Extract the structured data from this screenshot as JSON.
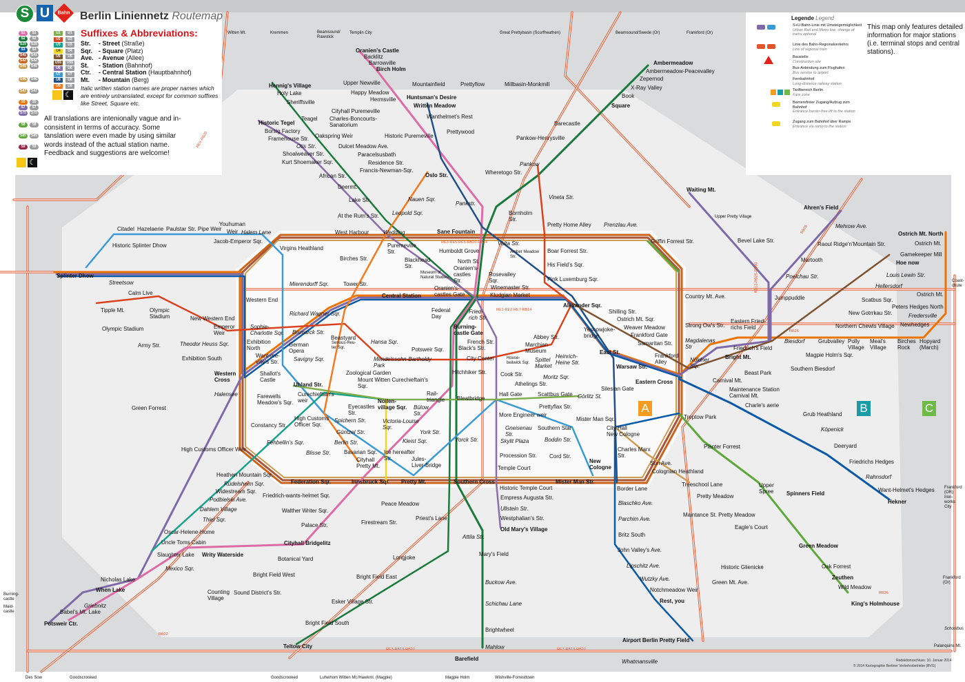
{
  "header": {
    "title": "Berlin Liniennetz",
    "subtitle": "Routemap",
    "logo_s": "S",
    "logo_u": "U",
    "logo_db": "Bahn"
  },
  "abbreviations": {
    "title": "Suffixes & Abbreviations:",
    "items": [
      {
        "abbr": "Str.",
        "full": "- Street",
        "orig": "(Straße)"
      },
      {
        "abbr": "Sqr.",
        "full": "- Square",
        "orig": "(Platz)"
      },
      {
        "abbr": "Ave.",
        "full": "- Avenue",
        "orig": "(Allee)"
      },
      {
        "abbr": "St.",
        "full": "- Station",
        "orig": "(Bahnhof)"
      },
      {
        "abbr": "Ctr.",
        "full": "- Central Station",
        "orig": "(Hauptbahnhof)"
      },
      {
        "abbr": "Mt.",
        "full": "- Mountain",
        "orig": "(Berg)"
      }
    ],
    "italic_note": "Italic written station names are proper names which are entirely untranslated, except for common suffixes like Street, Square etc.",
    "translation_note": "All translations are intenionally vague and in-consistent in terms of accuracy. Some tanslation were even made by using similar words instead of the actual station name. Feedback and suggestions are welcome!"
  },
  "line_index": {
    "s_lines": [
      "S1",
      "S2",
      "S25",
      "S3",
      "S41",
      "S42",
      "S45",
      "S46",
      "S47",
      "S5",
      "S7",
      "S75",
      "S8",
      "S85",
      "S9"
    ],
    "u_lines": [
      "U1",
      "U2",
      "U3",
      "U4",
      "U5",
      "U55",
      "U6",
      "U7",
      "U8",
      "U9"
    ]
  },
  "line_colors": {
    "S1": "#dc6ba6",
    "S2": "#1a7a3c",
    "S25": "#1a7a3c",
    "S3": "#0c5aa6",
    "S41": "#a9553a",
    "S42": "#cb6418",
    "S45": "#cd9c53",
    "S46": "#cd9c53",
    "S47": "#cd9c53",
    "S5": "#eb7405",
    "S7": "#7f6aa9",
    "S75": "#7f6aa9",
    "S8": "#5ea83a",
    "S85": "#5ea83a",
    "S9": "#9a2745",
    "U1": "#7dad4c",
    "U2": "#da421e",
    "U3": "#16a28c",
    "U4": "#f0d722",
    "U5": "#7e5330",
    "U55": "#7e5330",
    "U6": "#8c6dab",
    "U7": "#3a9ad6",
    "U8": "#224f86",
    "U9": "#f3791d",
    "RE": "#e3542b"
  },
  "legend": {
    "title": "Legende",
    "title_en": "Legend",
    "items": [
      {
        "de": "S+U-Bahn-Linie mit Umsteigemöglichkeit",
        "en": "Urban Rail and Metro line, change of trains optional"
      },
      {
        "de": "Linie des Bahn-Regionalverkehrs",
        "en": "Line of regional train"
      },
      {
        "de": "Baustelle",
        "en": "Construction site"
      },
      {
        "de": "Bus-Anbindung zum Flughafen",
        "en": "Bus service to airport"
      },
      {
        "de": "Fernbahnhof",
        "en": "Long-distance railway station"
      },
      {
        "de": "Tarifbereich Berlin",
        "en": "Fare zone"
      },
      {
        "de": "Barrierefreier Zugang/Aufzug zum Bahnhof",
        "en": "Entrance barrier-free lift to the station"
      },
      {
        "de": "Zugang zum Bahnhof über Rampe",
        "en": "Entrance via ramp to the station"
      }
    ],
    "note": "This map only features detailed information for major stations (i.e. terminal stops and central stations)."
  },
  "zones": {
    "a": "A",
    "b": "B",
    "c": "C",
    "a_color": "#f39c1f",
    "b_color": "#1b9aa8",
    "c_color": "#6dbb46"
  },
  "map": {
    "re_labels": [
      "RE6-RB20",
      "RE1-RE2-RE7-RB14",
      "RE3-RE5-RE6-RB10-RB14",
      "RB26",
      "RB22",
      "RE3-RB19-RB22",
      "RE7-RB19-RB22",
      "RB36",
      "RB12-RB25-RB60",
      "RB25"
    ],
    "stations": [
      "Witten Mt.",
      "Kremmen",
      "Beamsound/\nRawstick",
      "Templin City",
      "Great Prettybasin (Scurfheathen)",
      "Beamsound/Swede (Or)",
      "Frankford (Or)",
      "Oranien's Castle",
      "Backlitz",
      "Barrowville",
      "Birch Holm",
      "Upper Newville",
      "Mountainfield",
      "Prettyflow",
      "Millbasin-Monkmill",
      "Happy Meadow",
      "Hermsville",
      "Huntsman's Desire",
      "Written Meadow",
      "Wanthelmet's Rest",
      "Hennig's Village",
      "Holy Lake",
      "Sheriffsville",
      "Ambermeadow",
      "Ambermeadow-Peacevalley",
      "Zepernod",
      "X-Ray Valley",
      "Book",
      "Square",
      "Cityhall Puremeville",
      "Charles-Boncourts-\nSanatorium",
      "Teagel",
      "Historic Tegel",
      "Borsig Factory",
      "Framehouse Str.",
      "Otis Str.",
      "Shoalweaver Str.",
      "Kurt Shoemaker Sqr.",
      "Oakspring Weir",
      "Historic Puremeville",
      "Prettywood",
      "Barecastle",
      "Pankow-Henrysville",
      "Dulcet Meadow Ave.",
      "Paracelsusbath",
      "Residence Str.",
      "Francis-Newman-Sqr.",
      "Pankow",
      "Wheretogo Str.",
      "Oslo Str.",
      "African Str.",
      "Deermt.",
      "Nauen Sqr.",
      "Lake Str.",
      "Pankstr.",
      "Leopold Sqr.",
      "At the Rum's Str.",
      "Bornholm\nStr.",
      "Vineta Str.",
      "Waiting Mt.",
      "Ahren's Field",
      "Upper Pretty Village",
      "Mehrow Ave.",
      "Raoul Ridge'n'Mountain Str.",
      "Bevel Lake Str.",
      "Martooth",
      "Poelchau Str.",
      "Jumppuddle",
      "Ostrich Mt. North",
      "Ostrich Mt.",
      "Gamekeeper Mill",
      "Hoe now",
      "Louis Lewin Str.",
      "Hellersdorf",
      "Scatbus Sqr.",
      "New Gotrrkau Str.",
      "Northern Chewls Village",
      "Ostrich Mt.",
      "Peters Hedges North",
      "Fredersville",
      "Newhedges",
      "Coast-\nchute",
      "Sane Fountain",
      "Wedding",
      "West Harbour",
      "Youhuman",
      "Citadel",
      "Hazelaerie",
      "Paulstar Str.",
      "Pipe Weir",
      "Weir",
      "Halem Lane",
      "Jacob-Emperor Sqr.",
      "Historic Splinter Dhow",
      "Virgins Heathland",
      "Pretty Home Alley",
      "Prenzlau Ave.",
      "Griffin Forrest Str.",
      "Volta Str.",
      "Boar Forrest Str.",
      "Puremeville\nStr.",
      "Humboldt Grove",
      "Amber Meadow\nStr.",
      "Birches Str.",
      "Blackhead\nStr.",
      "North St.",
      "His Field's Sqr.",
      "Museum of\nNatural Studies",
      "Oranien's-\ncastles\nStr.",
      "Rosevalley\nSqr.",
      "Pink Luxemburg Sqr.",
      "Splinter Dhow",
      "Streetsow",
      "Mierendorff Sqr.",
      "Tower Str.",
      "Oranien's-\ncastles Gate",
      "Winemaster Str.",
      "Kludgian Market",
      "Central Station",
      "Calm Live",
      "Western End",
      "Country Mt. Ave.",
      "Alexander Sqr.",
      "Tipple Mt.",
      "Olympic\nStadium",
      "Federal\nDay",
      "Fried-\nrich Str.",
      "Richard Wagner Sqr.",
      "Shilling Str.",
      "Ostrich Mt. Sqr.",
      "Weaver Meadow",
      "Frankford Gate",
      "Samaritan Str.",
      "New Western End",
      "Emperor\nWeir",
      "Olympic Stadium",
      "Sophie-\nCharlotte Sqr.",
      "Bismarck Str.",
      "Beastyard",
      "Burning-\ncastle Gate",
      "Abbey Str.",
      "Marchian\nMuseum",
      "Yesnowjoke-\nbridge",
      "Strong Ow's Str.",
      "Eastern Fried-\nrichs Field",
      "Magdalenas\nStr",
      "Biesdorf",
      "Grubvalley",
      "Polly\nVillage",
      "Meal's\nVillage",
      "Birches\nRock",
      "Hopyard\n(March)",
      "Exhibition\nNorth",
      "Theodor Heuss Sqr.",
      "Army Str.",
      "Hansa Sqr.",
      "French Str.",
      "Black's Str.",
      "German\nOpera",
      "Serious-Reu-\nter Sqr.",
      "Potsweir Sqr.",
      "East St.",
      "Friedrich's Field",
      "Bright Mt.",
      "Magpie Holm's Sqr.",
      "Exhibition South",
      "Want-me-\nville's Str.",
      "Savigny Sqr.",
      "City Center",
      "House-\nbeilwick Sqr.",
      "Spittel\nMarket",
      "Heinrich-\nHeine Str.",
      "Frankford\nAlley",
      "Warsaw Str.",
      "Nöldner\nSqr.",
      "Mendelssohn-Bartholdy\nPark",
      "Zoological Garden",
      "Hitchhiker Str.",
      "Cook Str.",
      "Moritz Sqr.",
      "Beast Park",
      "Southern Biesdorf",
      "Western\nCross",
      "Shallot's\nCastle",
      "Mount Witten Curechieftain's\nSqr.",
      "Athelings Str.",
      "Eastern Cross",
      "Carnival Mt.",
      "Silesian Gate",
      "Halensee",
      "Uhland Str.",
      "Curechieftain's\nweir",
      "Rail-\ntriangle",
      "Hall Gate",
      "Scattbus Gate",
      "Görlitz St.",
      "Maintenance Station\nCarnival Mt.",
      "Farewells\nMeadow's Sqr.",
      "Nollen-\nvillage Sqr.",
      "Bülow\nStr.",
      "Bleatbridge",
      "Prettyflax Str.",
      "Charle's aerie",
      "Green Forrest",
      "Eyecastles\nStr.",
      "More Engineer weir",
      "Grub Heathland",
      "Treptow Park",
      "Mister Man Sqr.",
      "Spichern Str.",
      "Victoria-Louise\nSqr.",
      "Constancy Str.",
      "High Customs\nOfficer Sqr.",
      "Gneisenau\nStr.",
      "Southern Star",
      "City Hall\nNew Cologne",
      "Köpenick",
      "Güntzel Str.",
      "York Str.",
      "Skylit Plaza",
      "Boddin Str.",
      "Fehbellin's Sqr.",
      "Berlin Str.",
      "Kleist Sqr.",
      "Yorck Str.",
      "Deeryard",
      "Plänter Forrest",
      "Charles Marx\nStr.",
      "High Customs Officer Weir",
      "Blisse Str.",
      "Bavarian Sqr.",
      "Ice hereafter\nStr.",
      "Jules-\nLiver-Bridge",
      "Cityhall\nPretty Mt.",
      "Procession Str.",
      "Cord Str.",
      "Sun Ave.",
      "Friedrichs Hedges",
      "New\nCologne",
      "Temple Court",
      "Colognian Heathland",
      "Heathen Mountain Sqr.",
      "Rahnsdorf",
      "Federation Sqr.",
      "Innsbruck Sqr.",
      "Pretty Mt.",
      "Southern Cross",
      "Mister Man Str.",
      "Rüdelsheim Sqr.",
      "Treeschool Lane",
      "Historic Temple Court",
      "Border Lane",
      "Upper\nSpree",
      "Widestream Sqr.",
      "Want-Helmet's Hedges",
      "Friedrich-wants-helmet Sqr.",
      "Spinners Field",
      "Pretty Meadow",
      "Podbielski Ave.",
      "Empress Augusta Str.",
      "Hekner",
      "Blaschko Ave.",
      "Peace Meadow",
      "Dahlem Village",
      "Walther Writer Sqr.",
      "Ullstein Str.",
      "Maintance St. Pretty Meadow",
      "Thiel Sqr.",
      "Parchim Ave.",
      "Westphalian's Str.",
      "Priest's Lane",
      "Firestream Str.",
      "Palace Str.",
      "Eagle's Court",
      "Old Mary's Village",
      "Oscar-Helene-Home",
      "Britz South",
      "Attila Str.",
      "Uncle Toms Cabin",
      "Cityhall Bridgelitz",
      "Green Meadow",
      "John Valley's Ave.",
      "Mary's Field",
      "Slaughter Lake",
      "Writy Waterside",
      "Botanical Yard",
      "Longjoke",
      "Lipschitz Ave.",
      "Oak Forrest",
      "Historic Glienicke",
      "Mexico Sqr.",
      "Bright Field West",
      "Bright Field East",
      "Wutzky Ave.",
      "Zeuthen",
      "Nicholas Lake",
      "Green Mt. Ave.",
      "Buckow Ave.",
      "Wild Meadow",
      "When Lake",
      "Notchmeadow Weir",
      "Counting\nVillage",
      "Sound District's Str.",
      "Rest, you",
      "Esker Village Str.",
      "Schichau Lane",
      "King's Holmhouse",
      "Griebnitz",
      "Babel's Mt. Lake",
      "Potsweir Ctr.",
      "Bright Field South",
      "Brightwheel",
      "Airport Berlin Pretty Field",
      "Teltow City",
      "Mahlow",
      "Barefield",
      "Whatmansville",
      "Palanquins Mt.",
      "Schoolbus",
      "Frankford\n(Or)",
      "Frankford\n(OR)\nIron-\nworks\nCity",
      "Burning-\ncastle",
      "Maid-\ncastle",
      "Des Sow",
      "Goodscrooked",
      "Goodscrooked",
      "Luhwhom Witten Mt./Hawkml. (Magpie)",
      "Magpie Holm",
      "Wishville-Forresttown"
    ]
  },
  "footer": {
    "edit_date": "Redaktionsschluss: 10. Januar 2014",
    "copyright": "© 2014 Kartographie Berliner Verkehrsbetriebe (BVG)"
  }
}
